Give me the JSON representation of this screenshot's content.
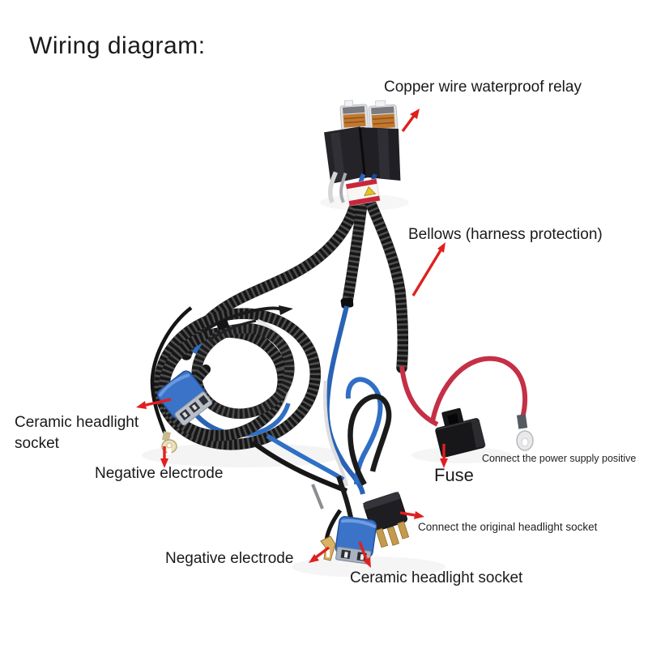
{
  "title": "Wiring diagram:",
  "labels": {
    "relay": "Copper wire waterproof relay",
    "bellows": "Bellows (harness protection)",
    "ceramic_left": "Ceramic headlight socket",
    "negative_left": "Negative electrode",
    "fuse": "Fuse",
    "power_positive": "Connect the power supply positive",
    "original_socket": "Connect the original headlight socket",
    "negative_bottom": "Negative electrode",
    "ceramic_bottom": "Ceramic headlight socket"
  },
  "colors": {
    "background": "#ffffff",
    "text": "#1a1a1a",
    "arrow_red": "#e01f1f",
    "wire_red": "#c43045",
    "wire_blue": "#2f6fc5",
    "wire_white": "#e4e4e4",
    "tube_black": "#161616",
    "socket_blue": "#3a73c8",
    "relay_copper": "#c0792f"
  }
}
